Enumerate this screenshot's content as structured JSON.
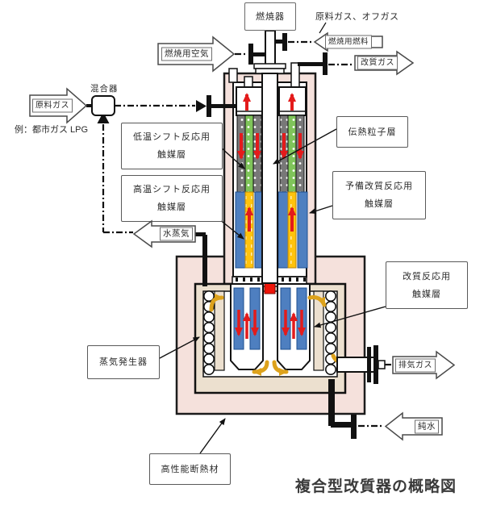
{
  "title": "複合型改質器の概略図",
  "labels": {
    "combustor": "燃焼器",
    "raw_offgas": "原料ガス、オフガス",
    "combustion_fuel": "燃焼用燃料",
    "combustion_air": "燃焼用空気",
    "reformed_gas": "改質ガス",
    "raw_gas": "原料ガス",
    "mixer": "混合器",
    "example_note": "例：都市ガス LPG",
    "lt_shift1": "低温シフト反応用",
    "lt_shift2": "触媒層",
    "ht_shift1": "高温シフト反応用",
    "ht_shift2": "触媒層",
    "heat_particles": "伝熱粒子層",
    "pre_reform1": "予備改質反応用",
    "pre_reform2": "触媒層",
    "steam": "水蒸気",
    "reform1": "改質反応用",
    "reform2": "触媒層",
    "steam_generator": "蒸気発生器",
    "exhaust_gas": "排気ガス",
    "pure_water": "純水",
    "insulation": "高性能断熱材"
  },
  "colors": {
    "insulation_pink": "#f5e1dc",
    "lining_tan": "#ece0cf",
    "catalyst_green": "#7fc45a",
    "heat_particle_gray": "#787878",
    "ht_shift_yellow": "#ffc30c",
    "tube_blue": "#4e7fc0",
    "flow_red": "#e31b1b",
    "burner_red": "#ee1408",
    "hot_gas_yellow": "#dda21c",
    "outline_black": "#111111"
  }
}
